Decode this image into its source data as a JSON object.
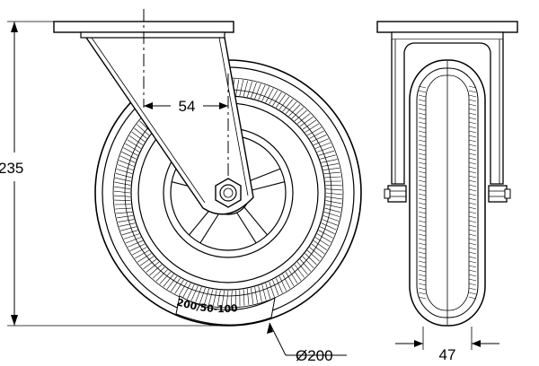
{
  "dimensions": {
    "overall_height": "235",
    "offset": "54",
    "wheel_diameter": "Ø200",
    "wheel_width": "47"
  },
  "tire_marking": "200/50-100"
}
